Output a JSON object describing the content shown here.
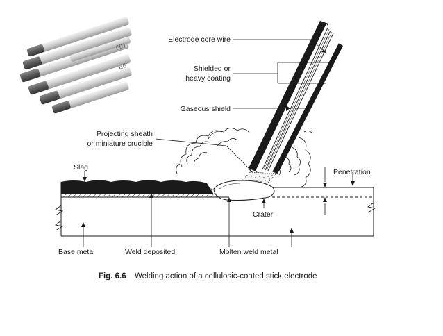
{
  "photo": {
    "icon": "welding-electrodes-photo",
    "printed_marks": [
      "601",
      "E6"
    ]
  },
  "labels": {
    "electrode_core_wire": "Electrode core wire",
    "shielded_line1": "Shielded or",
    "shielded_line2": "heavy coating",
    "gaseous_shield": "Gaseous shield",
    "projecting_line1": "Projecting sheath",
    "projecting_line2": "or miniature crucible",
    "slag": "Slag",
    "penetration": "Penetration",
    "crater": "Crater",
    "base_metal": "Base metal",
    "weld_deposited": "Weld deposited",
    "molten_weld_metal": "Molten weld metal"
  },
  "caption": {
    "figure_number": "Fig. 6.6",
    "text": "Welding action of a cellulosic-coated stick electrode"
  },
  "colors": {
    "ink": "#1a1a1a",
    "background": "#ffffff"
  }
}
